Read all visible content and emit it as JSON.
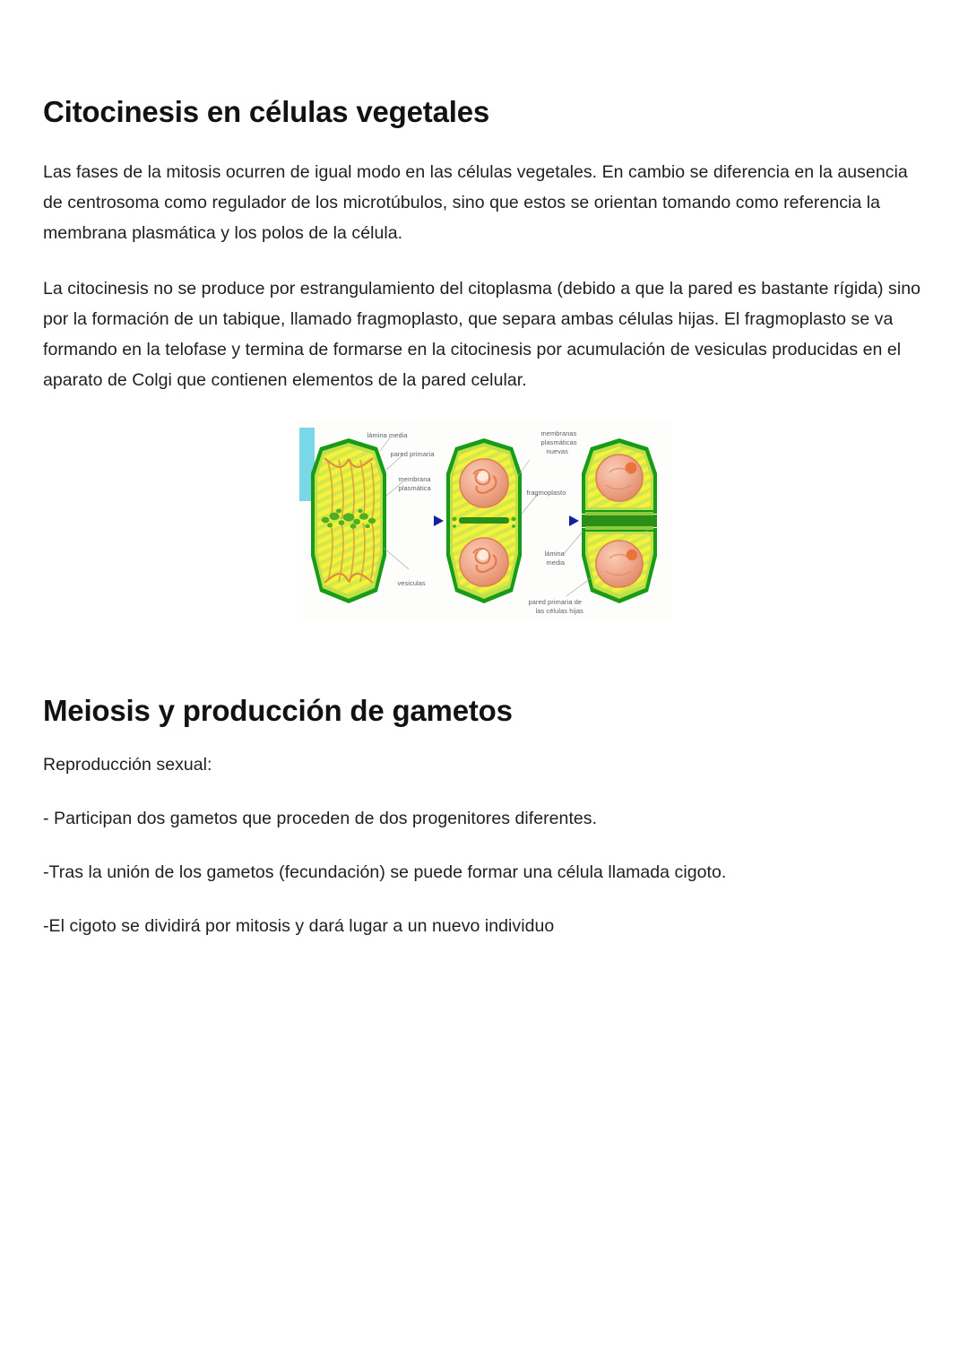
{
  "document": {
    "sections": [
      {
        "heading": "Citocinesis en células vegetales",
        "paragraphs": [
          "Las fases de la mitosis ocurren de igual modo en las células vegetales. En cambio se diferencia en la ausencia de centrosoma como regulador de los microtúbulos, sino que estos se orientan tomando como referencia la membrana plasmática y los polos de la célula.",
          "La citocinesis no se produce por estrangulamiento del citoplasma (debido a que la pared es bastante rígida) sino por la formación de un tabique, llamado fragmoplasto, que separa ambas células hijas. El fragmoplasto se va formando en la telofase y termina de formarse en la citocinesis por acumulación de vesiculas producidas en el aparato de Colgi que contienen elementos de la pared celular."
        ]
      },
      {
        "heading": "Meiosis y producción de gametos",
        "lines": [
          "Reproducción sexual:",
          "- Participan dos gametos que proceden de dos progenitores diferentes.",
          "-Tras la unión de los gametos (fecundación) se puede formar una célula llamada cigoto.",
          "-El cigoto se dividirá por mitosis y dará lugar a un nuevo individuo"
        ]
      }
    ]
  },
  "figure": {
    "caption_labels": {
      "lamina_media_top": "lámina media",
      "pared_primaria": "pared primaria",
      "membrana_plasmatica": "membrana\nplasmática",
      "vesiculas": "vesiculas",
      "membranas_nuevas": "membranas\nplasmáticas\nnuevas",
      "fragmoplasto": "fragmoplasto",
      "lamina_media_bottom": "lámina\nmedia",
      "pared_primaria_hijas": "pared primaria de\nlas células hijas"
    },
    "label_text": {
      "l1": "lámina media",
      "l2": "pared primaria",
      "l3a": "membrana",
      "l3b": "plasmática",
      "l4": "vesiculas",
      "l5a": "membranas",
      "l5b": "plasmáticas",
      "l5c": "nuevas",
      "l6": "fragmoplasto",
      "l7a": "lámina",
      "l7b": "media",
      "l8a": "pared primaria de",
      "l8b": "las células hijas"
    },
    "colors": {
      "cell_wall_outer": "#1f9e1f",
      "cell_wall_inner": "#c6e84a",
      "cytoplasm": "#f2f03a",
      "stripe": "#cfe84f",
      "nucleus_fill": "#f0a98c",
      "nucleus_edge": "#e07a55",
      "microtubule": "#e8a13c",
      "vesicle": "#58b026",
      "arrow": "#1c3fd0",
      "cyan_bar": "#79d7e8",
      "label_text": "#5a6168",
      "fragmoplast_band": "#2a8f18"
    },
    "stages": [
      {
        "index": 1,
        "name": "telofase-vesiculas-alineadas"
      },
      {
        "index": 2,
        "name": "fragmoplasto-en-formacion"
      },
      {
        "index": 3,
        "name": "celulas-hijas-separadas"
      }
    ]
  }
}
